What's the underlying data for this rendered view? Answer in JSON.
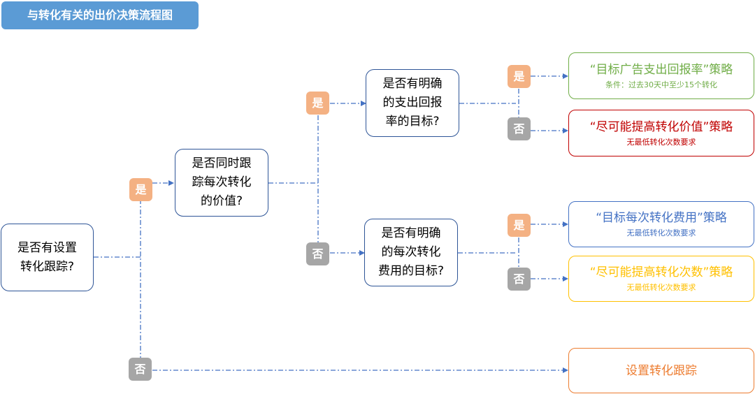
{
  "title": "与转化有关的出价决策流程图",
  "questions": {
    "q1": "是否有设置\n转化跟踪?",
    "q2": "是否同时跟\n踪每次转化\n的价值?",
    "q3": "是否有明确\n的支出回报\n率的目标?",
    "q4": "是否有明确\n的每次转化\n费用的目标?"
  },
  "badges": {
    "yes": "是",
    "no": "否"
  },
  "results": {
    "r1": {
      "main": "“目标广告支出回报率”策略",
      "sub": "条件：过去30天中至少15个转化",
      "color": "#70ad47"
    },
    "r2": {
      "main": "“尽可能提高转化价值”策略",
      "sub": "无最低转化次数要求",
      "color": "#c00000"
    },
    "r3": {
      "main": "“目标每次转化费用”策略",
      "sub": "无最低转化次数要求",
      "color": "#4472c4"
    },
    "r4": {
      "main": "“尽可能提高转化次数”策略",
      "sub": "无最低转化次数要求",
      "color": "#ffc000"
    },
    "r5": {
      "main": "设置转化跟踪",
      "color": "#ed7d31"
    }
  },
  "colors": {
    "title_bg": "#5b9bd5",
    "box_border": "#2e5597",
    "line": "#4472c4",
    "yes_badge": "#f4b183",
    "no_badge": "#a6a6a6"
  }
}
